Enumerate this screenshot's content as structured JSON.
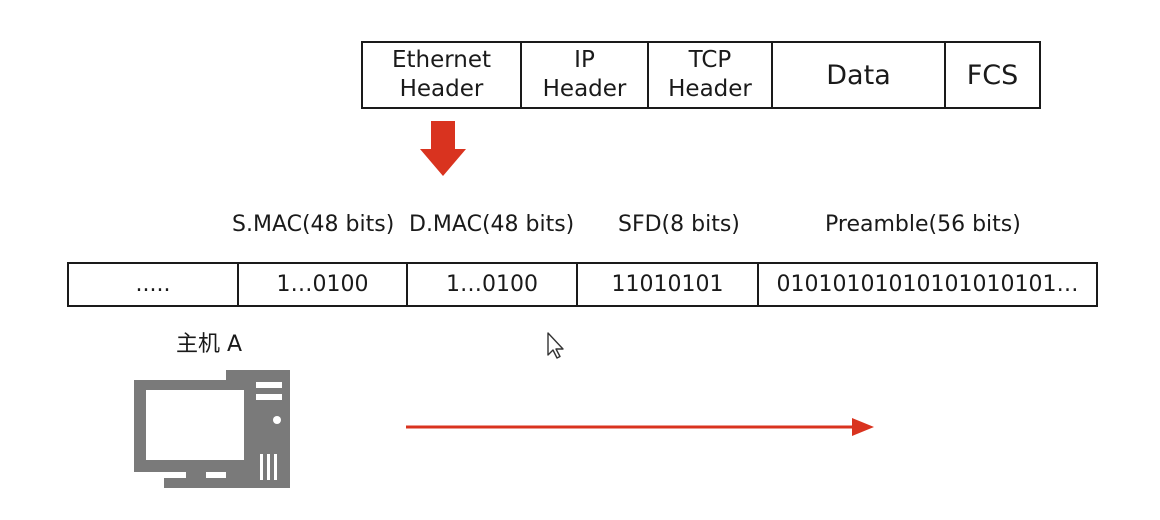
{
  "frame": {
    "cells": [
      {
        "label": "Ethernet\nHeader"
      },
      {
        "label": "IP\nHeader"
      },
      {
        "label": "TCP\nHeader"
      },
      {
        "label": "Data"
      },
      {
        "label": "FCS"
      }
    ]
  },
  "fields": {
    "smac_label": "S.MAC(48 bits)",
    "dmac_label": "D.MAC(48 bits)",
    "sfd_label": "SFD(8 bits)",
    "preamble_label": "Preamble(56 bits)"
  },
  "bits": {
    "rest": ".....",
    "smac": "1…0100",
    "dmac": "1…0100",
    "sfd": "11010101",
    "preamble": "01010101010101010101…"
  },
  "host": {
    "label": "主机 A"
  },
  "colors": {
    "arrow": "#d9331f",
    "computer": "#7a7a7a",
    "outline": "#1a1a1a"
  }
}
